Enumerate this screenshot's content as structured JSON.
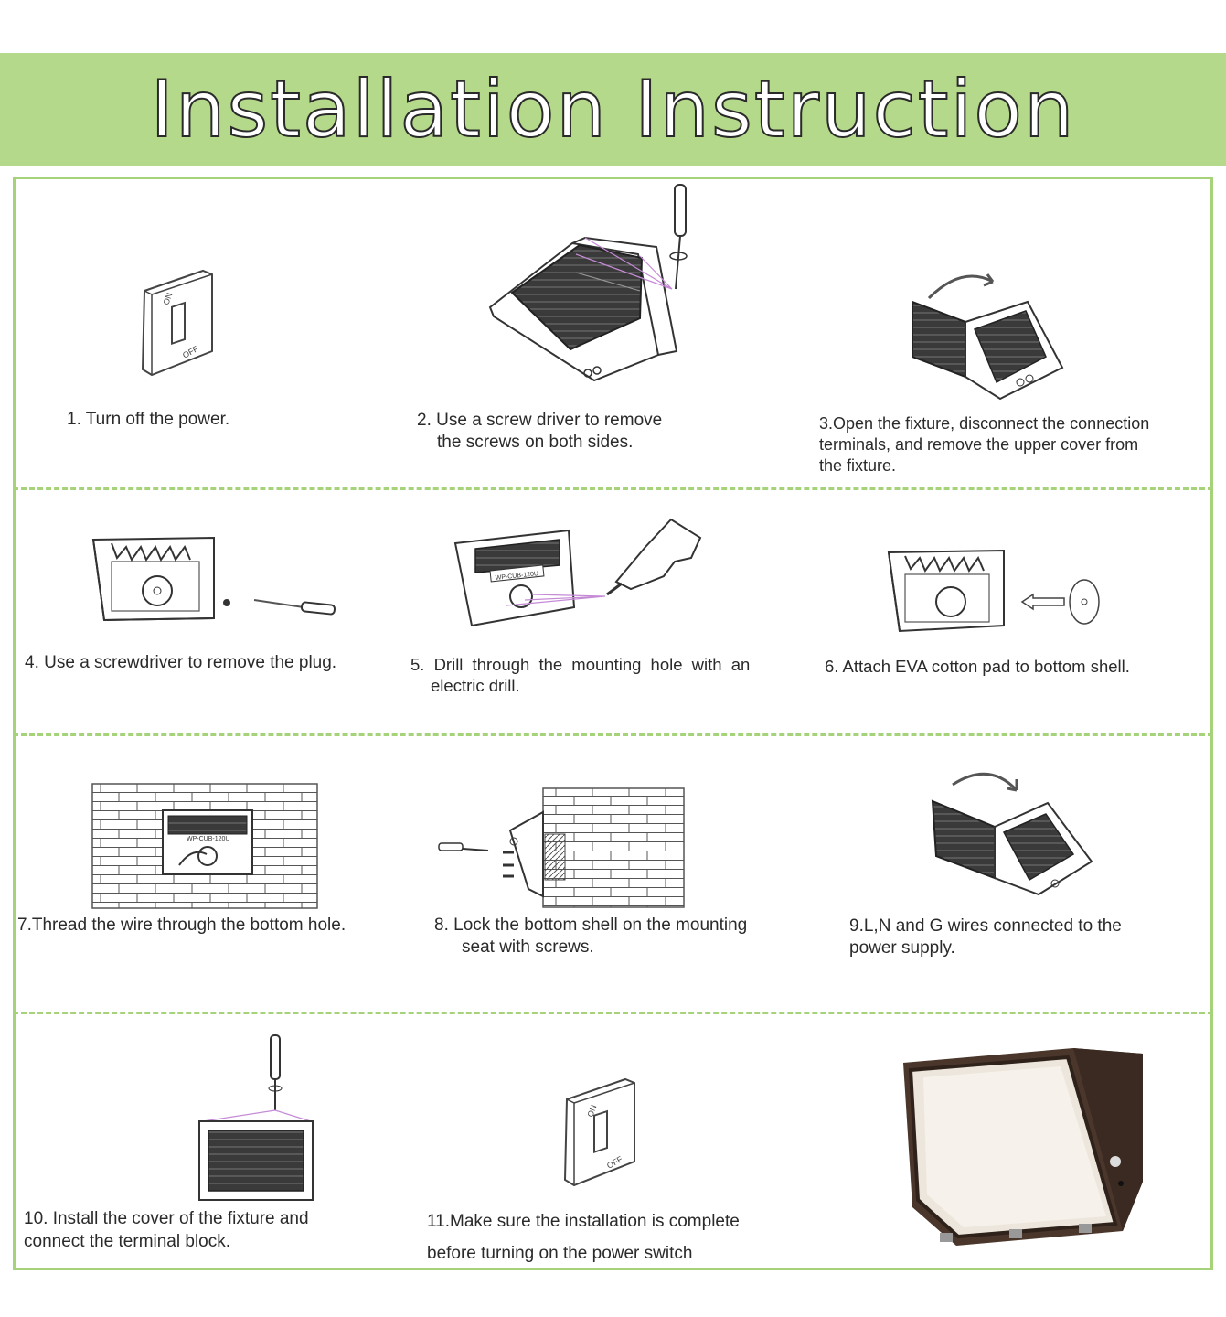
{
  "title": "Installation Instruction",
  "colors": {
    "banner": "#b4d98a",
    "border": "#a6d37a",
    "title_fill": "#ffffff",
    "title_stroke": "#2a2a2a"
  },
  "steps": [
    {
      "icon": "light-switch-off-icon",
      "lines": [
        "1. Turn off the power."
      ]
    },
    {
      "icon": "screwdriver-remove-screws-icon",
      "lines": [
        "2. Use a screw driver to remove",
        "the screws on both sides."
      ]
    },
    {
      "icon": "open-fixture-icon",
      "lines": [
        "3.Open the fixture, disconnect the connection",
        "terminals, and remove the upper cover from",
        "the fixture."
      ]
    },
    {
      "icon": "remove-plug-icon",
      "lines": [
        "4. Use a screwdriver to remove the plug."
      ]
    },
    {
      "icon": "electric-drill-icon",
      "lines": [
        "5. Drill through the mounting hole with an",
        "electric drill."
      ]
    },
    {
      "icon": "eva-cotton-pad-icon",
      "lines": [
        "6. Attach EVA cotton pad to bottom shell."
      ]
    },
    {
      "icon": "wall-mount-wire-icon",
      "lines": [
        "7.Thread the wire through the bottom hole."
      ]
    },
    {
      "icon": "lock-bottom-shell-icon",
      "lines": [
        "8. Lock the bottom shell on the mounting",
        "seat with screws."
      ]
    },
    {
      "icon": "wires-connected-icon",
      "lines": [
        "9.L,N and G wires connected to the",
        "power supply."
      ]
    },
    {
      "icon": "install-cover-icon",
      "lines": [
        "10. Install the cover of the fixture and",
        "connect the terminal block."
      ]
    },
    {
      "icon": "light-switch-on-icon",
      "lines": [
        "11.Make sure the installation is complete",
        "before turning on the power switch"
      ]
    }
  ],
  "labels": {
    "switch_on": "ON",
    "switch_off": "OFF",
    "model": "WP-CUB-120U"
  },
  "product_icon": "wall-pack-light-icon"
}
